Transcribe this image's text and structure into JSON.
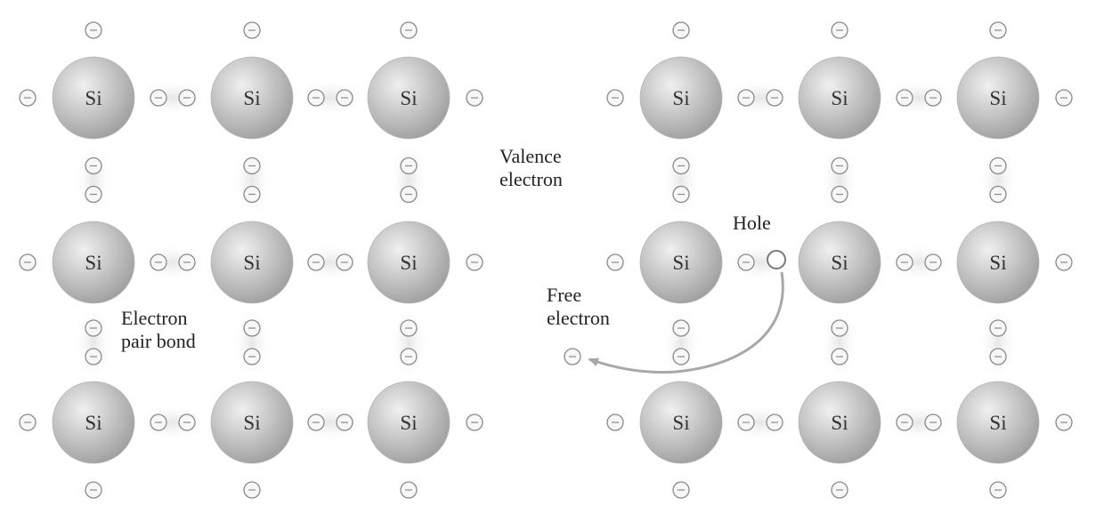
{
  "atom_label": "Si",
  "labels": {
    "valence_electron": [
      "Valence",
      "electron"
    ],
    "electron_pair_bond": [
      "Electron",
      "pair bond"
    ],
    "hole": "Hole",
    "free_electron": [
      "Free",
      "electron"
    ]
  },
  "colors": {
    "atom_light": "#f0f0f0",
    "atom_dark": "#9e9e9e",
    "electron_stroke": "#8a8a8a",
    "bond_glow": "#e6e6e6",
    "hole_stroke": "#7a7a7a",
    "arrow": "#a8a8a8"
  }
}
